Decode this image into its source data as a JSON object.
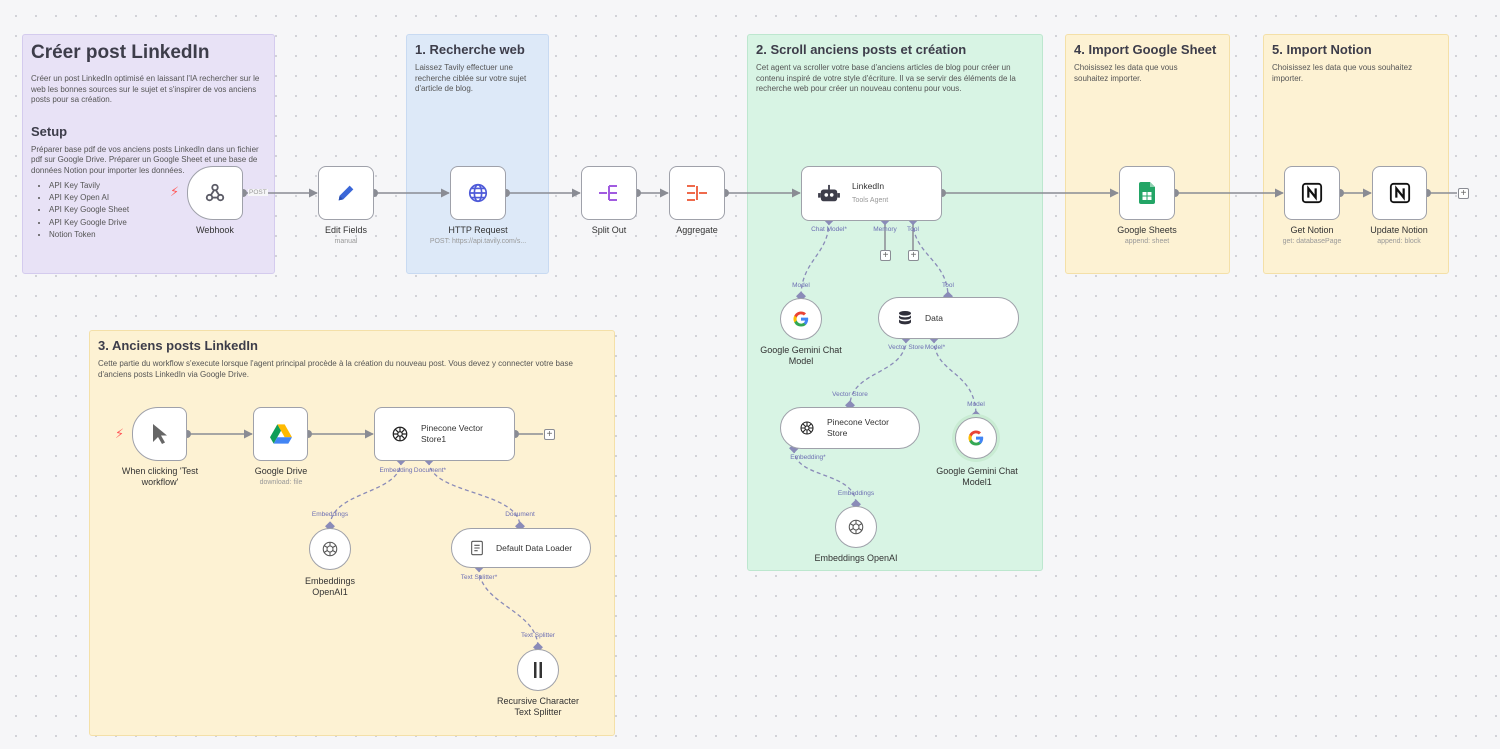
{
  "notes": {
    "main": {
      "title": "Créer post LinkedIn",
      "description": "Créer un post LinkedIn optimisé en laissant l'IA rechercher sur le web les bonnes sources sur le sujet et s'inspirer de vos anciens posts pour sa création.",
      "setup_title": "Setup",
      "setup_text": "Préparer base pdf de vos anciens posts LinkedIn dans un fichier pdf sur Google Drive. Préparer un Google Sheet et une base de données Notion pour importer les données.",
      "setup_items": [
        "API Key Tavily",
        "API Key Open AI",
        "API Key Google Sheet",
        "API Key Google Drive",
        "Notion Token"
      ]
    },
    "research": {
      "title": "1. Recherche web",
      "text": "Laissez Tavily effectuer une recherche ciblée sur votre sujet d'article de blog."
    },
    "agent": {
      "title": "2. Scroll anciens posts et création",
      "text": "Cet agent va scroller votre base d'anciens articles de blog pour créer un contenu inspiré de votre style d'écriture. Il va se servir des éléments de la recherche web pour créer un nouveau contenu pour vous."
    },
    "old_posts": {
      "title": "3. Anciens posts LinkedIn",
      "text": "Cette partie du workflow s'execute lorsque l'agent principal procède à la création du nouveau post. Vous devez y connecter votre base d'anciens posts LinkedIn via Google Drive."
    },
    "sheet": {
      "title": "4. Import Google Sheet",
      "text": "Choisissez les data que vous souhaitez importer."
    },
    "notion": {
      "title": "5. Import Notion",
      "text": "Choisissez les data que vous souhaitez importer."
    }
  },
  "nodes": {
    "webhook": {
      "label": "Webhook",
      "conn_label": "POST"
    },
    "edit_fields": {
      "label": "Edit Fields",
      "subtitle": "manual"
    },
    "http_request": {
      "label": "HTTP Request",
      "subtitle": "POST: https://api.tavily.com/s..."
    },
    "split_out": {
      "label": "Split Out"
    },
    "aggregate": {
      "label": "Aggregate"
    },
    "linkedin_agent": {
      "title": "LinkedIn",
      "subtitle": "Tools Agent",
      "ports": {
        "chat_model": "Chat Model*",
        "memory": "Memory",
        "tool": "Tool"
      }
    },
    "google_sheets": {
      "label": "Google Sheets",
      "subtitle": "append: sheet"
    },
    "get_notion": {
      "label": "Get Notion",
      "subtitle": "get: databasePage"
    },
    "update_notion": {
      "label": "Update Notion",
      "subtitle": "append: block"
    },
    "gemini_chat": {
      "label": "Google Gemini Chat Model",
      "port": "Model"
    },
    "data_tool": {
      "title": "Data",
      "port_top": "Tool",
      "port_vector": "Vector Store",
      "port_model": "Model*"
    },
    "pinecone_store": {
      "title": "Pinecone Vector Store",
      "port_top": "Vector Store",
      "port_embedding": "Embedding*"
    },
    "gemini_chat_1": {
      "label": "Google Gemini Chat Model1",
      "port": "Model"
    },
    "embeddings_openai": {
      "label": "Embeddings OpenAI",
      "port": "Embeddings"
    },
    "manual_trigger": {
      "label": "When clicking 'Test workflow'"
    },
    "google_drive": {
      "label": "Google Drive",
      "subtitle": "download: file"
    },
    "pinecone_store_1": {
      "title": "Pinecone Vector Store1",
      "port_embedding": "Embedding",
      "port_document": "Document*"
    },
    "embeddings_openai_1": {
      "label": "Embeddings OpenAI1",
      "port": "Embeddings"
    },
    "default_loader": {
      "title": "Default Data Loader",
      "port_top": "Document",
      "port_splitter": "Text Splitter*"
    },
    "text_splitter": {
      "label": "Recursive Character Text Splitter",
      "port": "Text Splitter"
    }
  },
  "colors": {
    "note_purple": "#e8e2f6",
    "note_blue": "#dde9f8",
    "note_green": "#d8f4e4",
    "note_yellow": "#fdf2d3",
    "wire": "#8a8c94",
    "sub_wire": "#8a8bb8",
    "port_label": "#6d6fb3",
    "trigger_bolt": "#ff5c5c"
  },
  "icons": {
    "webhook": "webhook-icon",
    "edit_fields": "pencil-icon",
    "http_request": "globe-icon",
    "split_out": "split-icon",
    "aggregate": "aggregate-icon",
    "agent": "robot-icon",
    "sheets": "google-sheets-icon",
    "notion": "notion-icon",
    "gemini": "google-icon",
    "data": "database-icon",
    "pinecone": "pinecone-icon",
    "openai": "openai-icon",
    "cursor": "cursor-icon",
    "drive": "google-drive-icon",
    "loader": "document-loader-icon",
    "splitter": "text-splitter-icon"
  }
}
